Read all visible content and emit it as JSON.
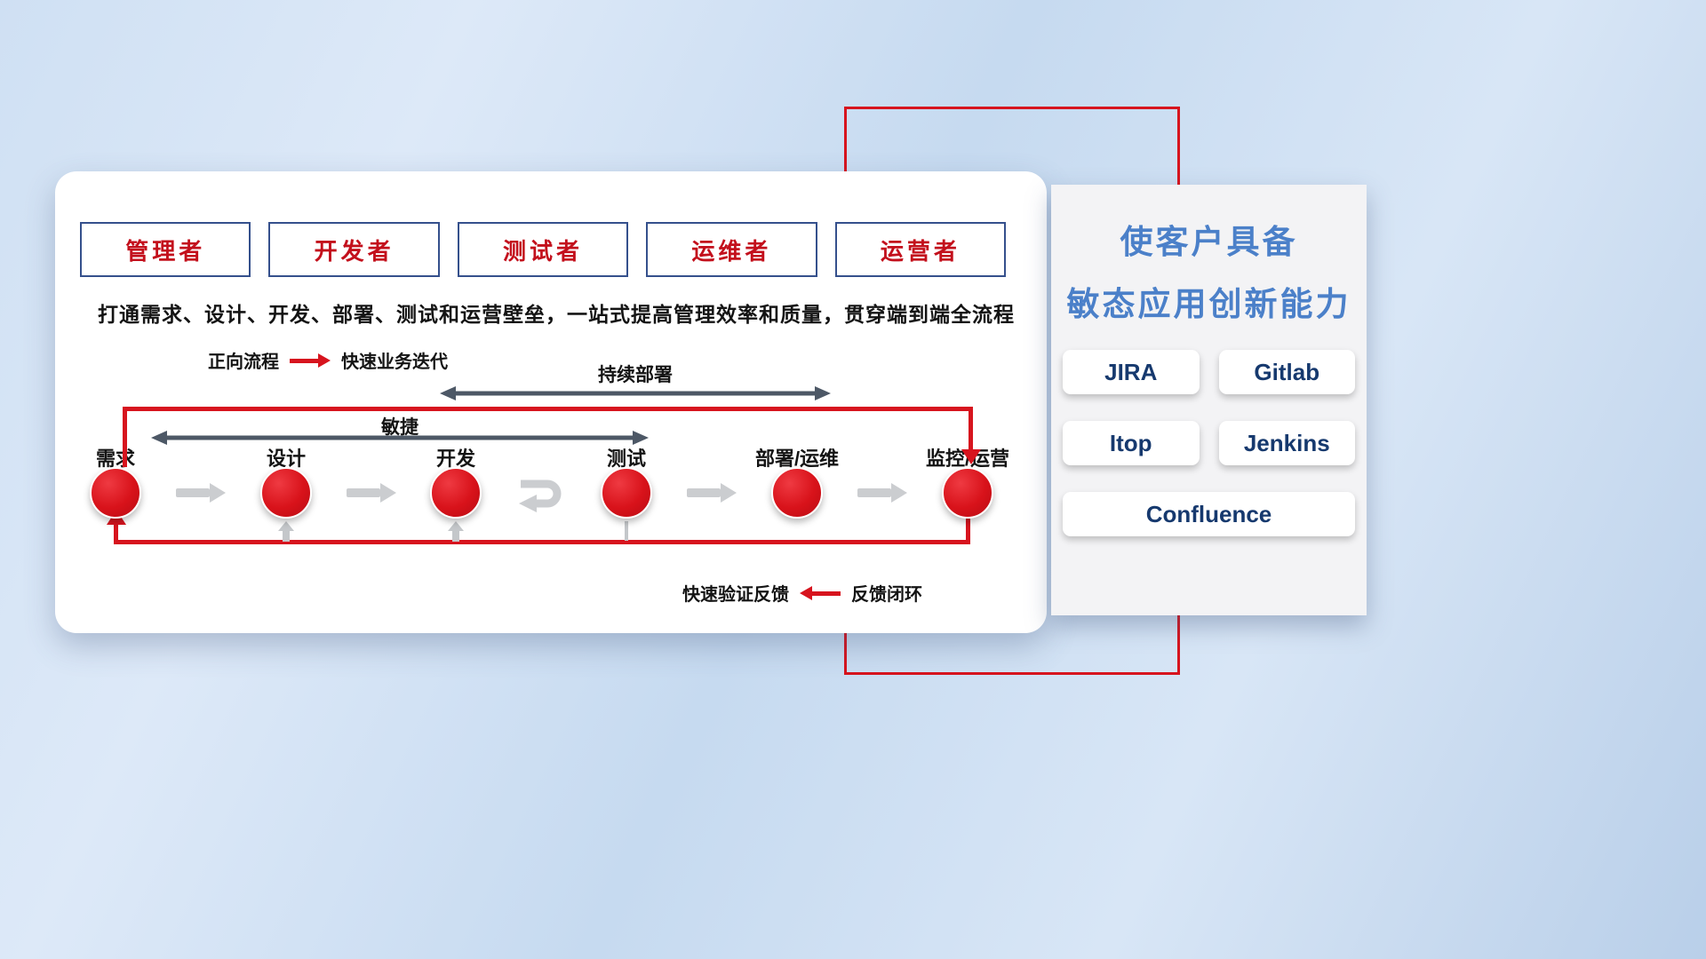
{
  "roles": [
    "管理者",
    "开发者",
    "测试者",
    "运维者",
    "运营者"
  ],
  "description": "打通需求、设计、开发、部署、测试和运营壁垒，一站式提高管理效率和质量，贯穿端到端全流程",
  "legend_forward": {
    "label": "正向流程",
    "value": "快速业务迭代"
  },
  "legend_feedback": {
    "label": "快速验证反馈",
    "value": "反馈闭环"
  },
  "flow": {
    "stages": [
      "需求",
      "设计",
      "开发",
      "测试",
      "部署/运维",
      "监控/运营"
    ],
    "agile_label": "敏捷",
    "continuous_deploy_label": "持续部署"
  },
  "side_panel": {
    "title_line1": "使客户具备",
    "title_line2": "敏态应用创新能力",
    "tools": [
      "JIRA",
      "Gitlab",
      "Itop",
      "Jenkins",
      "Confluence"
    ]
  },
  "colors": {
    "red": "#d7141e",
    "role_text": "#c3101c",
    "role_border": "#35508c",
    "dark_arrow": "#4d5866",
    "gray_arrow": "#cbcdd0",
    "title_blue": "#4b80c9",
    "tool_navy": "#16396e"
  }
}
